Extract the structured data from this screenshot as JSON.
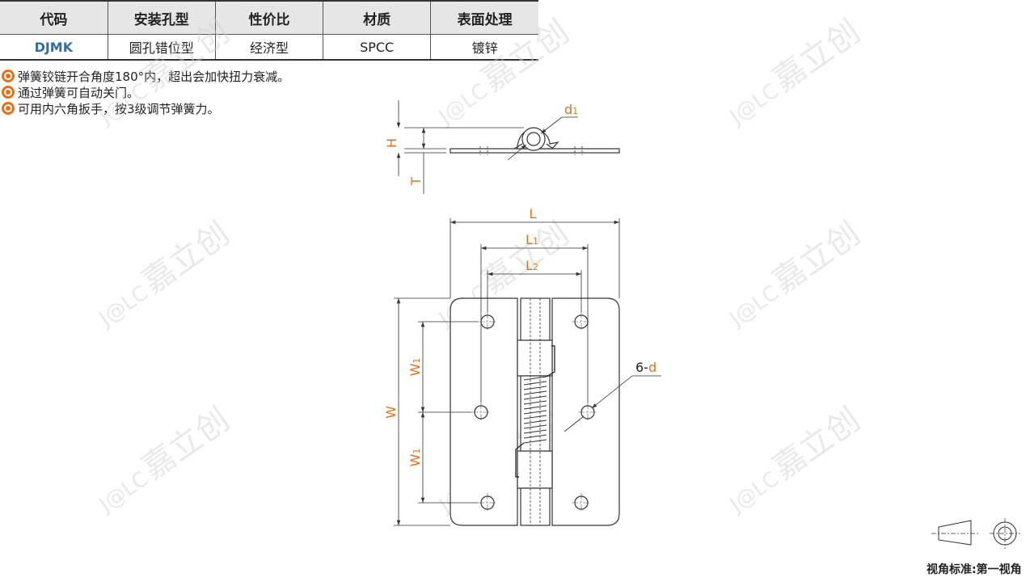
{
  "table": {
    "headers": [
      "代码",
      "安装孔型",
      "性价比",
      "材质",
      "表面处理"
    ],
    "row": [
      "DJMK",
      "圆孔错位型",
      "经济型",
      "SPCC",
      "镀锌"
    ]
  },
  "notes": [
    "弹簧铰链开合角度180°内，超出会加快扭力衰减。",
    "通过弹簧可自动关门。",
    "可用内六角扳手，按3级调节弹簧力。"
  ],
  "dimensions": {
    "H": "H",
    "T": "T",
    "d1": "d",
    "d1_sub": "1",
    "L": "L",
    "L1": "L",
    "L1_sub": "1",
    "L2": "L",
    "L2_sub": "2",
    "W": "W",
    "W1_top": "W",
    "W1_top_sub": "1",
    "W1_bot": "W",
    "W1_bot_sub": "1",
    "holes_prefix": "6-",
    "holes_var": "d"
  },
  "watermark": {
    "logo": "J@LC",
    "text": "嘉立创"
  },
  "view_caption": "视角标准:第一视角",
  "colors": {
    "dimension": "#e8701a",
    "code": "#2f6fa3",
    "line": "#333333",
    "header_bg": "#e6e6e6"
  }
}
